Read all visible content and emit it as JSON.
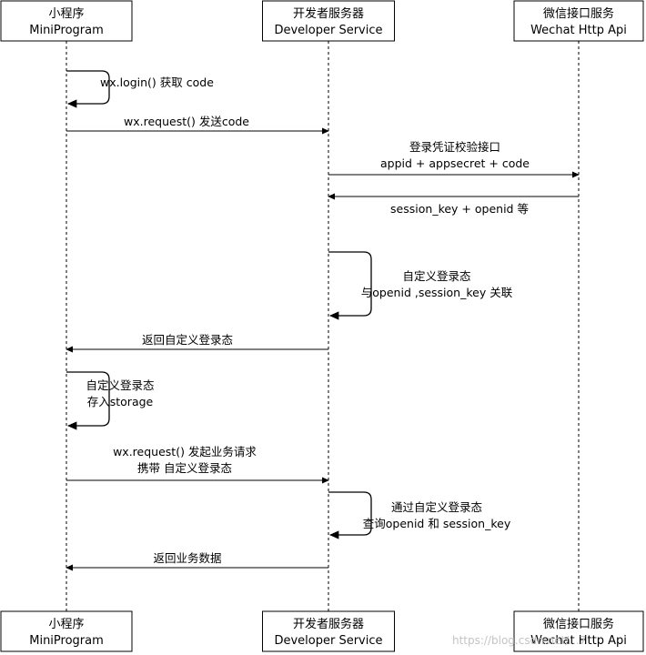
{
  "participants": [
    {
      "id": "mini",
      "name_cn": "小程序",
      "name_en": "MiniProgram"
    },
    {
      "id": "dev",
      "name_cn": "开发者服务器",
      "name_en": "Developer Service"
    },
    {
      "id": "wx",
      "name_cn": "微信接口服务",
      "name_en": "Wechat Http Api"
    }
  ],
  "messages": [
    {
      "from": "mini",
      "to": "mini",
      "lines": [
        "wx.login() 获取 code"
      ]
    },
    {
      "from": "mini",
      "to": "dev",
      "lines": [
        "wx.request() 发送code"
      ]
    },
    {
      "from": "dev",
      "to": "wx",
      "lines": [
        "登录凭证校验接口",
        "appid + appsecret + code"
      ]
    },
    {
      "from": "wx",
      "to": "dev",
      "lines": [
        "session_key + openid 等"
      ]
    },
    {
      "from": "dev",
      "to": "dev",
      "lines": [
        "自定义登录态",
        "与openid ,session_key 关联"
      ]
    },
    {
      "from": "dev",
      "to": "mini",
      "lines": [
        "返回自定义登录态"
      ]
    },
    {
      "from": "mini",
      "to": "mini",
      "lines": [
        "自定义登录态",
        "存入storage"
      ]
    },
    {
      "from": "mini",
      "to": "dev",
      "lines": [
        "wx.request() 发起业务请求",
        "携带 自定义登录态"
      ]
    },
    {
      "from": "dev",
      "to": "dev",
      "lines": [
        "通过自定义登录态",
        "查询openid 和 session_key"
      ]
    },
    {
      "from": "dev",
      "to": "mini",
      "lines": [
        "返回业务数据"
      ]
    }
  ],
  "watermark": "https://blog.csdn.net/...7"
}
